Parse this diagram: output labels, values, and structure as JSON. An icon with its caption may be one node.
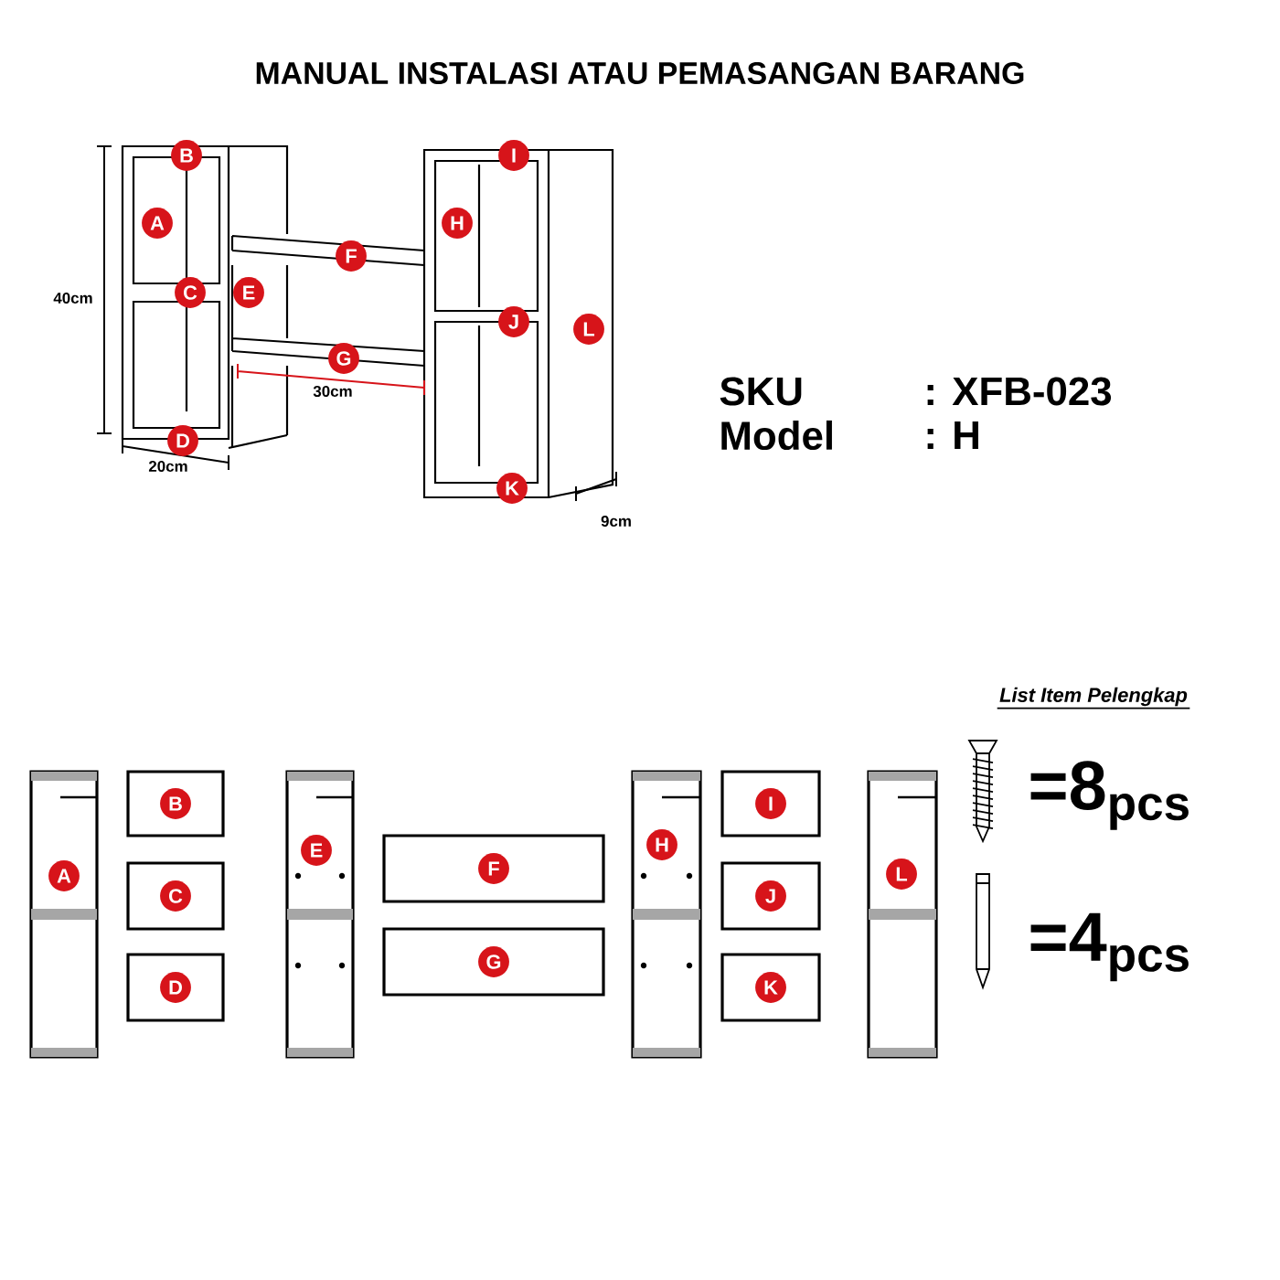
{
  "diagram": {
    "title": "MANUAL INSTALASI ATAU PEMASANGAN BARANG",
    "nodes": [
      {
        "text": [
          "A"
        ]
      },
      {
        "text": [
          "B"
        ]
      },
      {
        "text": [
          "C"
        ]
      },
      {
        "text": [
          "D"
        ]
      },
      {
        "text": [
          "E"
        ]
      },
      {
        "text": [
          "F"
        ]
      },
      {
        "text": [
          "G"
        ]
      },
      {
        "text": [
          "H"
        ]
      },
      {
        "text": [
          "I"
        ]
      },
      {
        "text": [
          "J"
        ]
      },
      {
        "text": [
          "K"
        ]
      },
      {
        "text": [
          "L"
        ]
      }
    ],
    "labels": [
      "B",
      "I",
      "A",
      "H",
      "F",
      "C",
      "E",
      "J",
      "L",
      "40cm",
      "G",
      "30cm",
      "SKU",
      ": XFB-023",
      "Model",
      ": H",
      "D",
      "20cm",
      "K",
      "9cm",
      "List Item Pelengkap",
      "=8$_{pcs}$",
      "=4$_{pcs}$"
    ]
  }
}
